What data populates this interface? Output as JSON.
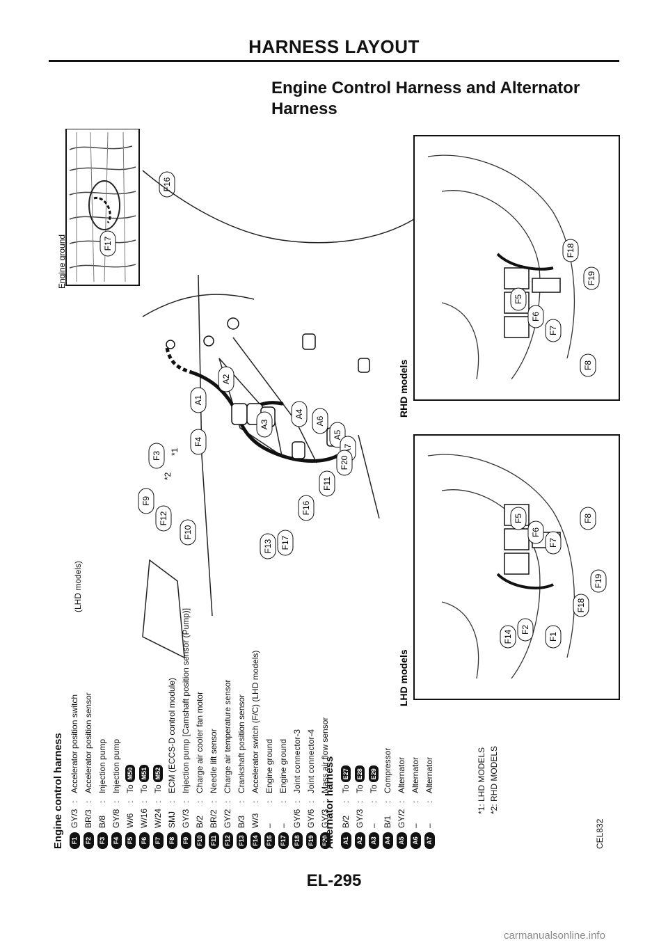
{
  "header": {
    "title": "HARNESS LAYOUT"
  },
  "section": {
    "title_line1": "Engine Control Harness and Alternator",
    "title_line2": "Harness"
  },
  "page_number": "EL-295",
  "watermark": "carmanualsonline.info",
  "figure_code": "CEL832",
  "engine_harness": {
    "title": "Engine control harness",
    "rows": [
      {
        "code": "F1",
        "color": "GY/3",
        "desc": "Accelerator position switch",
        "conn": ""
      },
      {
        "code": "F2",
        "color": "BR/3",
        "desc": "Accelerator position sensor",
        "conn": ""
      },
      {
        "code": "F3",
        "color": "B/8",
        "desc": "Injection pump",
        "conn": ""
      },
      {
        "code": "F4",
        "color": "GY/8",
        "desc": "Injection pump",
        "conn": ""
      },
      {
        "code": "F5",
        "color": "W/6",
        "desc": "To",
        "conn": "M50"
      },
      {
        "code": "F6",
        "color": "W/16",
        "desc": "To",
        "conn": "M51"
      },
      {
        "code": "F7",
        "color": "W/24",
        "desc": "To",
        "conn": "M52"
      },
      {
        "code": "F8",
        "color": "SMJ",
        "desc": "ECM (ECCS-D control module)",
        "conn": ""
      },
      {
        "code": "F9",
        "color": "GY/3",
        "desc": "Injection pump [Camshaft position sensor (Pump)]",
        "conn": ""
      },
      {
        "code": "F10",
        "color": "B/2",
        "desc": "Charge air cooler fan motor",
        "conn": ""
      },
      {
        "code": "F11",
        "color": "BR/2",
        "desc": "Needle lift sensor",
        "conn": ""
      },
      {
        "code": "F12",
        "color": "GY/2",
        "desc": "Charge air temperature sensor",
        "conn": ""
      },
      {
        "code": "F13",
        "color": "B/3",
        "desc": "Crankshaft position sensor",
        "conn": ""
      },
      {
        "code": "F14",
        "color": "W/3",
        "desc": "Accelerator switch (F/C) (LHD models)",
        "conn": ""
      },
      {
        "code": "F16",
        "color": "–",
        "desc": "Engine ground",
        "conn": ""
      },
      {
        "code": "F17",
        "color": "–",
        "desc": "Engine ground",
        "conn": ""
      },
      {
        "code": "F18",
        "color": "GY/6",
        "desc": "Joint connector-3",
        "conn": ""
      },
      {
        "code": "F19",
        "color": "GY/6",
        "desc": "Joint connector-4",
        "conn": ""
      },
      {
        "code": "F20",
        "color": "GY/3",
        "desc": "Mass air flow sensor",
        "conn": ""
      }
    ],
    "lhd_note": "(LHD models)"
  },
  "alternator_harness": {
    "title": "Alternator harness",
    "rows": [
      {
        "code": "A1",
        "color": "B/2",
        "desc": "To",
        "conn": "E27"
      },
      {
        "code": "A2",
        "color": "GY/3",
        "desc": "To",
        "conn": "E28"
      },
      {
        "code": "A3",
        "color": "–",
        "desc": "To",
        "conn": "E29"
      },
      {
        "code": "A4",
        "color": "B/1",
        "desc": "Compressor",
        "conn": ""
      },
      {
        "code": "A5",
        "color": "GY/2",
        "desc": "Alternator",
        "conn": ""
      },
      {
        "code": "A6",
        "color": "–",
        "desc": "Alternator",
        "conn": ""
      },
      {
        "code": "A7",
        "color": "–",
        "desc": "Alternator",
        "conn": ""
      }
    ]
  },
  "footnotes": {
    "note1": "*1: LHD MODELS",
    "note2": "*2: RHD MODELS"
  },
  "diagram": {
    "engine_ground": "Engine ground",
    "lhd_models": "LHD models",
    "rhd_models": "RHD models",
    "mark1": "*1",
    "mark2": "*2",
    "bubbles": {
      "F16_top": "F16",
      "F17_top": "F17",
      "A1": "A1",
      "A2": "A2",
      "A3": "A3",
      "A4": "A4",
      "A5": "A5",
      "A6": "A6",
      "A7": "A7",
      "F3": "F3",
      "F4": "F4",
      "F9": "F9",
      "F10": "F10",
      "F11": "F11",
      "F12": "F12",
      "F13": "F13",
      "F16": "F16",
      "F17": "F17",
      "F20": "F20",
      "R_F5": "F5",
      "R_F6": "F6",
      "R_F7": "F7",
      "R_F8": "F8",
      "R_F18": "F18",
      "R_F19": "F19",
      "L_F1": "F1",
      "L_F2": "F2",
      "L_F5": "F5",
      "L_F6": "F6",
      "L_F7": "F7",
      "L_F8": "F8",
      "L_F14": "F14",
      "L_F18": "F18",
      "L_F19": "F19"
    }
  }
}
